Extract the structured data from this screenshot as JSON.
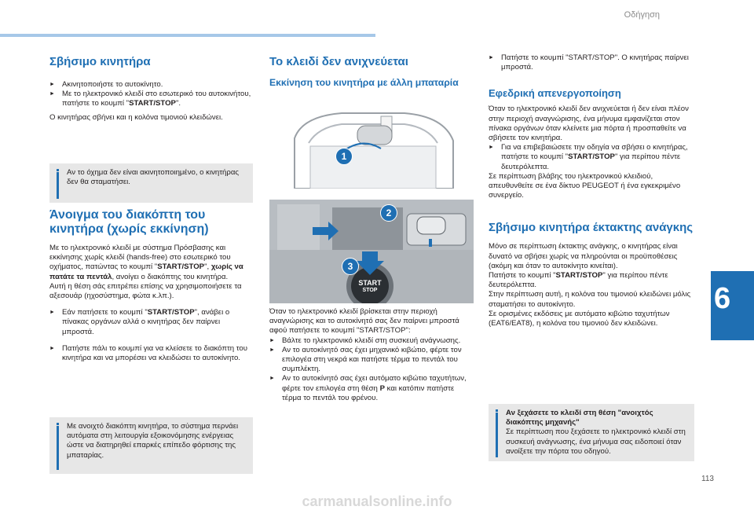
{
  "header": {
    "section": "Οδήγηση",
    "chapter": "6",
    "page": "113"
  },
  "col1": {
    "h_stop": "Σβήσιμο κινητήρα",
    "stop_b1": "Ακινητοποιήστε το αυτοκίνητο.",
    "stop_b2a": "Με το ηλεκτρονικό κλειδί στο εσωτερικό του αυτοκινήτου, πατήστε το κουμπί \"",
    "stop_b2b": "START/STOP",
    "stop_b2c": "\".",
    "stop_p": "Ο κινητήρας σβήνει και η κολόνα τιμονιού κλειδώνει.",
    "note1": "Αν το όχημα δεν είναι ακινητοποιημένο, ο κινητήρας δεν θα σταματήσει.",
    "h_ign": "Άνοιγμα του διακόπτη του κινητήρα (χωρίς εκκίνηση)",
    "ign_p1a": "Με το ηλεκτρονικό κλειδί με σύστημα Πρόσβασης και εκκίνησης χωρίς κλειδί (hands-free) στο εσωτερικό του οχήματος, πατώντας το κουμπί \"",
    "ign_p1b": "START/STOP",
    "ign_p1c": "\",",
    "ign_p1d": "χωρίς να πατάτε τα πεντάλ",
    "ign_p1e": ", ανοίγει ο διακόπτης του κινητήρα.",
    "ign_p2": "Αυτή η θέση σάς επιτρέπει επίσης να χρησιμοποιήσετε τα αξεσουάρ (ηχοσύστημα, φώτα κ.λπ.).",
    "ign_b1a": "Εάν πατήσετε το κουμπί \"",
    "ign_b1b": "START/STOP",
    "ign_b1c": "\", ανάβει ο πίνακας οργάνων αλλά ο κινητήρας δεν παίρνει μπροστά.",
    "ign_b2": "Πατήστε πάλι το κουμπί για να κλείσετε το διακόπτη του κινητήρα και να μπορέσει να κλειδώσει το αυτοκίνητο.",
    "note2": "Με ανοιχτό διακόπτη κινητήρα, το σύστημα περνάει αυτόματα στη λειτουργία εξοικονόμησης ενέργειας ώστε να διατηρηθεί επαρκές επίπεδο φόρτισης της μπαταρίας."
  },
  "col2": {
    "h_nokey": "Το κλειδί δεν ανιχνεύεται",
    "h_other": "Εκκίνηση του κινητήρα με άλλη μπαταρία",
    "callouts": [
      "1",
      "2",
      "3"
    ],
    "start_btn": [
      "START",
      "STOP"
    ],
    "p1": "Όταν το ηλεκτρονικό κλειδί βρίσκεται στην περιοχή αναγνώρισης και το αυτοκίνητό σας δεν παίρνει μπροστά αφού πατήσετε το κουμπί \"START/STOP\":",
    "b1": "Βάλτε το ηλεκτρονικό κλειδί στη συσκευή ανάγνωσης.",
    "b2": "Αν το αυτοκίνητό σας έχει μηχανικό κιβώτιο, φέρτε τον επιλογέα στη νεκρά και πατήστε τέρμα το πεντάλ του συμπλέκτη.",
    "b3a": "Αν το αυτοκίνητό σας έχει αυτόματο κιβώτιο ταχυτήτων, φέρτε τον επιλογέα στη θέση ",
    "b3b": "P",
    "b3c": " και κατόπιν πατήστε τέρμα το πεντάλ του φρένου."
  },
  "col3": {
    "b1": "Πατήστε το κουμπί \"START/STOP\". Ο κινητήρας παίρνει μπροστά.",
    "h_override": "Εφεδρική απενεργοποίηση",
    "ov_p1": "Όταν το ηλεκτρονικό κλειδί δεν ανιχνεύεται ή δεν είναι πλέον στην περιοχή αναγνώρισης, ένα μήνυμα εμφανίζεται στον πίνακα οργάνων όταν κλείνετε μια πόρτα ή προσπαθείτε να σβήσετε τον κινητήρα.",
    "ov_b1a": "Για να επιβεβαιώσετε την οδηγία να σβήσει ο κινητήρας, πατήστε το κουμπί \"",
    "ov_b1b": "START/STOP",
    "ov_b1c": "\" για περίπου πέντε δευτερόλεπτα.",
    "ov_p2": "Σε περίπτωση βλάβης του ηλεκτρονικού κλειδιού, απευθυνθείτε σε ένα δίκτυο PEUGEOT ή ένα εγκεκριμένο συνεργείο.",
    "h_emerg": "Σβήσιμο κινητήρα έκτακτης ανάγκης",
    "em_p1": "Μόνο σε περίπτωση έκτακτης ανάγκης, ο κινητήρας είναι δυνατό να σβήσει χωρίς να πληρούνται οι προϋποθέσεις (ακόμη και όταν το αυτοκίνητο κινείται).",
    "em_p2a": "Πατήστε το κουμπί \"",
    "em_p2b": "START/STOP",
    "em_p2c": "\" για περίπου πέντε δευτερόλεπτα.",
    "em_p3": "Στην περίπτωση αυτή, η κολόνα του τιμονιού κλειδώνει μόλις σταματήσει το αυτοκίνητο.",
    "em_p4": "Σε ορισμένες εκδόσεις με αυτόματο κιβώτιο ταχυτήτων (EAT6/EAT8), η κολόνα του τιμονιού δεν κλειδώνει.",
    "note_h": "Αν ξεχάσετε το κλειδί στη θέση \"ανοιχτός διακόπτης μηχανής\"",
    "note_p": "Σε περίπτωση που ξεχάσετε το ηλεκτρονικό κλειδί στη συσκευή ανάγνωσης, ένα μήνυμα σας ειδοποιεί όταν ανοίξετε την πόρτα του οδηγού."
  },
  "watermark": "carmanualsonline.info",
  "colors": {
    "accent": "#1f6fb3",
    "note_bg": "#e7e7e7",
    "tab": "#1f6fb3"
  }
}
